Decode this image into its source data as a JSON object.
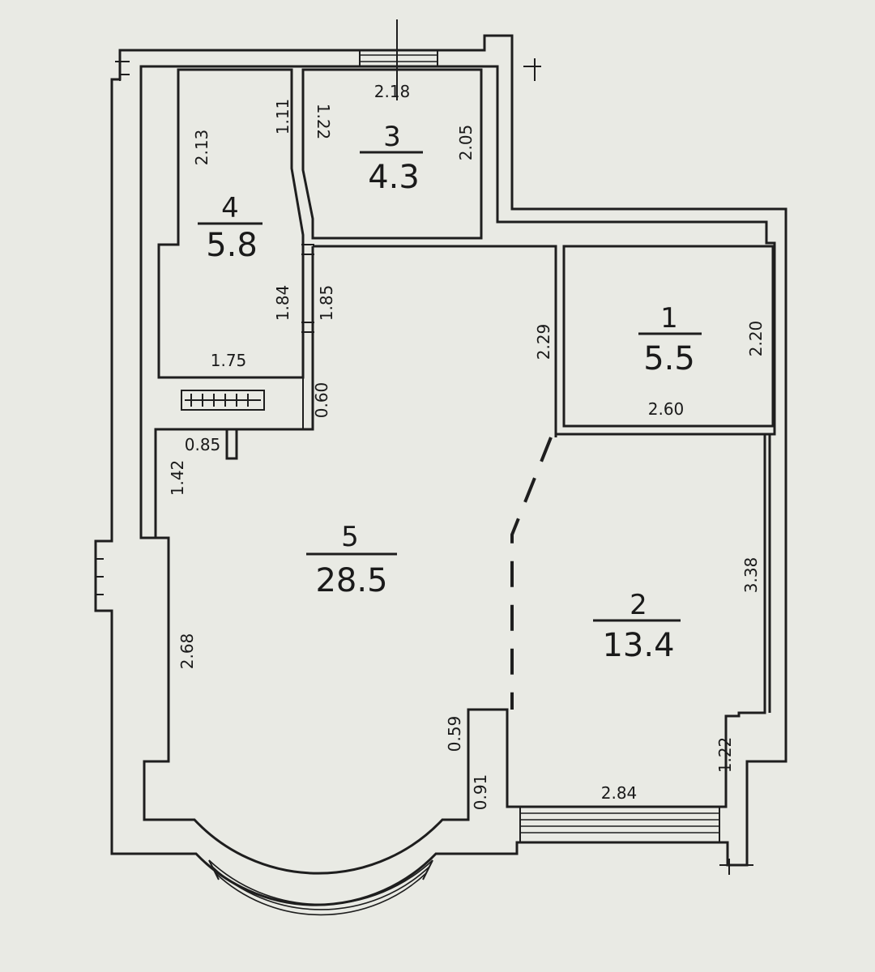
{
  "rooms": [
    {
      "number": "1",
      "area": "5.5"
    },
    {
      "number": "2",
      "area": "13.4"
    },
    {
      "number": "3",
      "area": "4.3"
    },
    {
      "number": "4",
      "area": "5.8"
    },
    {
      "number": "5",
      "area": "28.5"
    }
  ],
  "dimensions": {
    "room3_top": "2.18",
    "room3_door_wall": "1.22",
    "room3_right": "2.05",
    "room4_upper_left": "2.13",
    "room4_upper_right": "1.11",
    "room4_lower_right": "1.84",
    "room4_bottom": "1.75",
    "hall_wall": "1.85",
    "niche_wall": "0.60",
    "niche_width": "0.85",
    "niche_height": "1.42",
    "room5_left": "2.68",
    "column_upper": "0.59",
    "column_lower": "0.91",
    "room1_left": "2.29",
    "room1_right": "2.20",
    "room1_bottom": "2.60",
    "room2_right": "3.38",
    "room2_bottom": "2.84",
    "room2_corner": "1.22"
  }
}
